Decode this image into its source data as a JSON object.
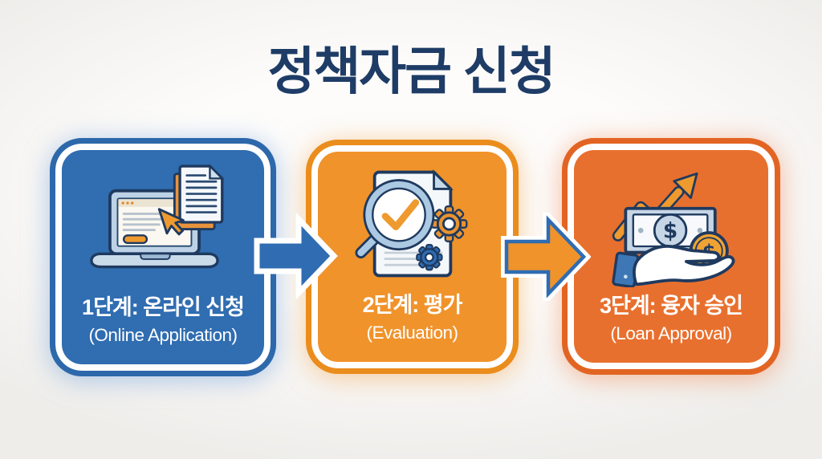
{
  "title": "정책자금 신청",
  "steps": [
    {
      "label_ko": "1단계: 온라인 신청",
      "label_en": "(Online Application)",
      "icon": "laptop-online-application-icon",
      "fill": "#306db1"
    },
    {
      "label_ko": "2단계: 평가",
      "label_en": "(Evaluation)",
      "icon": "document-magnifier-gears-icon",
      "fill": "#f0932b"
    },
    {
      "label_ko": "3단계: 융자 승인",
      "label_en": "(Loan Approval)",
      "icon": "hand-money-growth-icon",
      "fill": "#e8702e"
    }
  ],
  "arrows": [
    {
      "name": "arrow-step1-to-step2",
      "direction": "right",
      "fill": "#2f6cb2",
      "outline": "#ffffff"
    },
    {
      "name": "arrow-step2-to-step3",
      "direction": "right",
      "fill": "#f0932b",
      "outline": "#2f6cb2"
    }
  ],
  "colors": {
    "title_text": "#1e3c66",
    "label_text": "#ffffff",
    "background": "#faf8f6",
    "icon_outline": "#1f3a5f",
    "icon_accent_orange": "#ef9a2e",
    "icon_accent_lightblue": "#bdd2e6"
  }
}
